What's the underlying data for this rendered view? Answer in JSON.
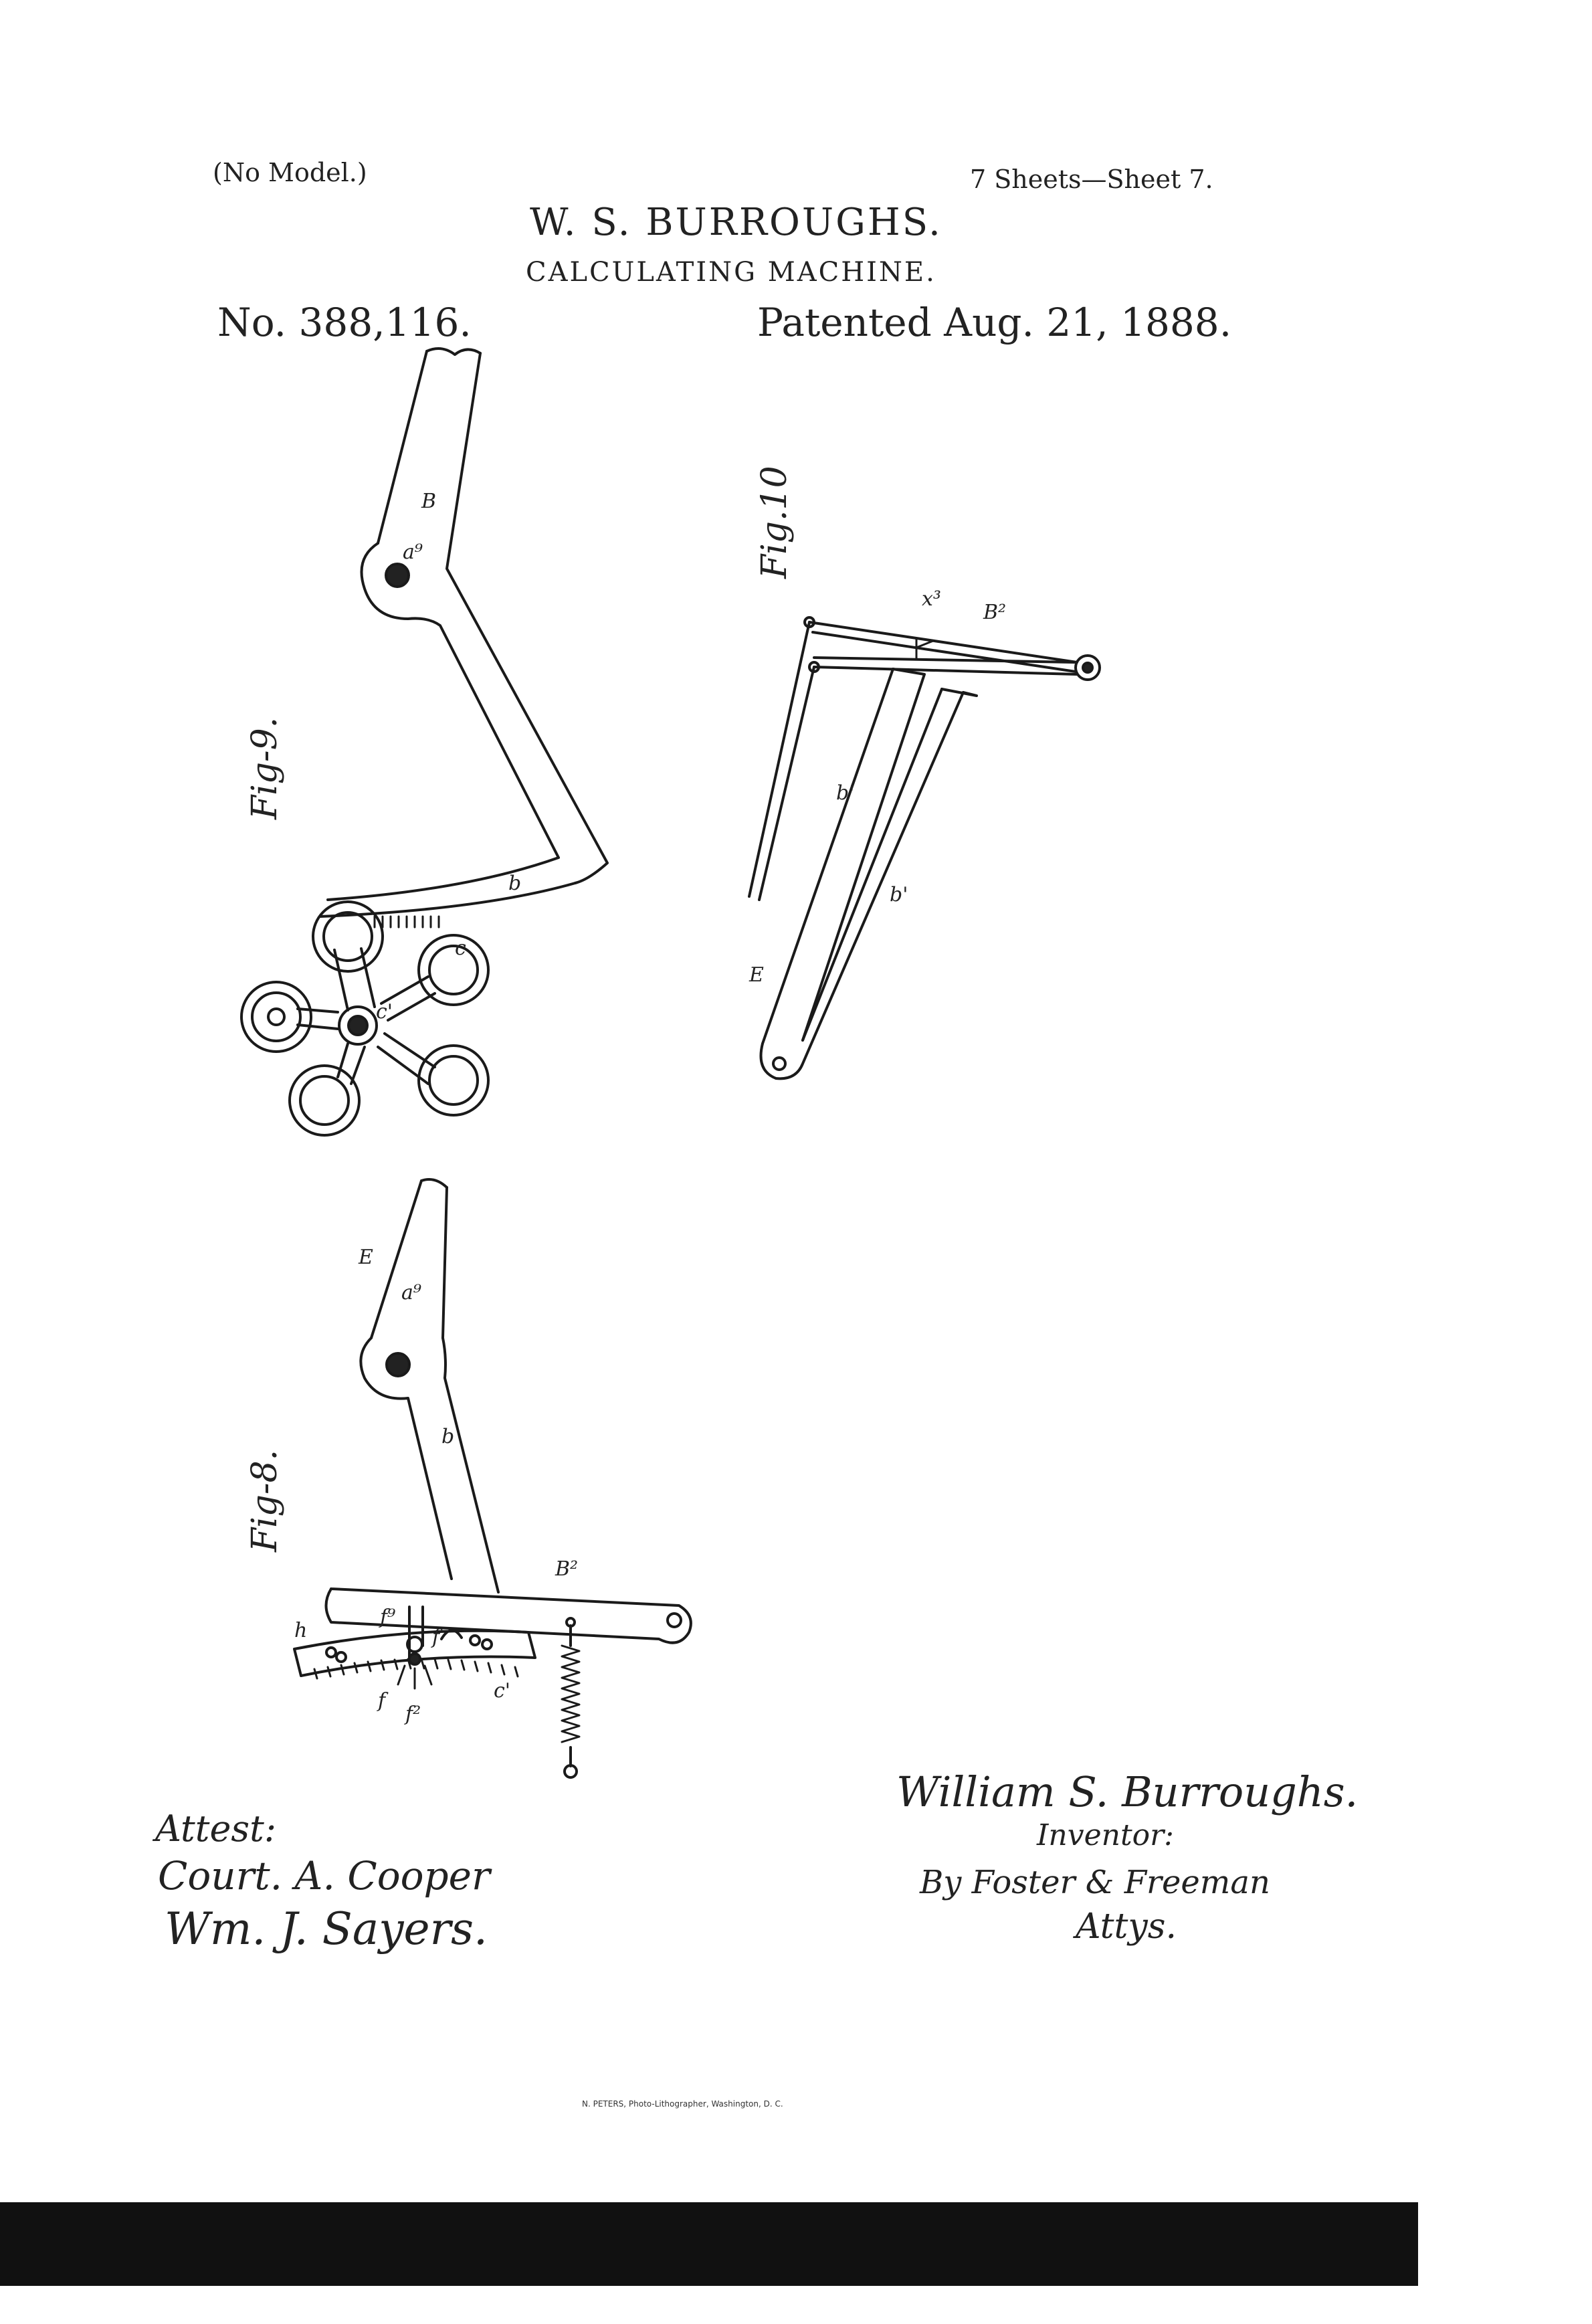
{
  "header": {
    "no_model": "(No Model.)",
    "sheets": "7 Sheets—Sheet 7.",
    "inventor": "W. S. BURROUGHS.",
    "title": "CALCULATING MACHINE.",
    "patent_number": "No. 388,116.",
    "patent_date": "Patented Aug. 21, 1888."
  },
  "figures": {
    "fig8": "Fig-8.",
    "fig9": "Fig-9.",
    "fig10": "Fig.10"
  },
  "labels": {
    "B": "B",
    "a9": "a⁹",
    "b": "b",
    "c": "c",
    "c1": "c'",
    "E": "E",
    "B2": "B²",
    "x3": "x³",
    "b1": "b'",
    "b1_second": "b'",
    "h": "h",
    "f": "f",
    "f2": "f²",
    "f9": "f⁹",
    "f_lower": "f"
  },
  "signatures": {
    "attest_label": "Attest:",
    "witness1": "Court. A. Cooper",
    "witness2": "Wm. J. Sayers.",
    "inventor_signature": "William S. Burroughs.",
    "inventor_caption": "Inventor:",
    "attorney": "By Foster & Freeman",
    "attorney_abbr": "Attys."
  },
  "footer": {
    "printer": "N. PETERS, Photo-Lithographer, Washington, D. C."
  }
}
